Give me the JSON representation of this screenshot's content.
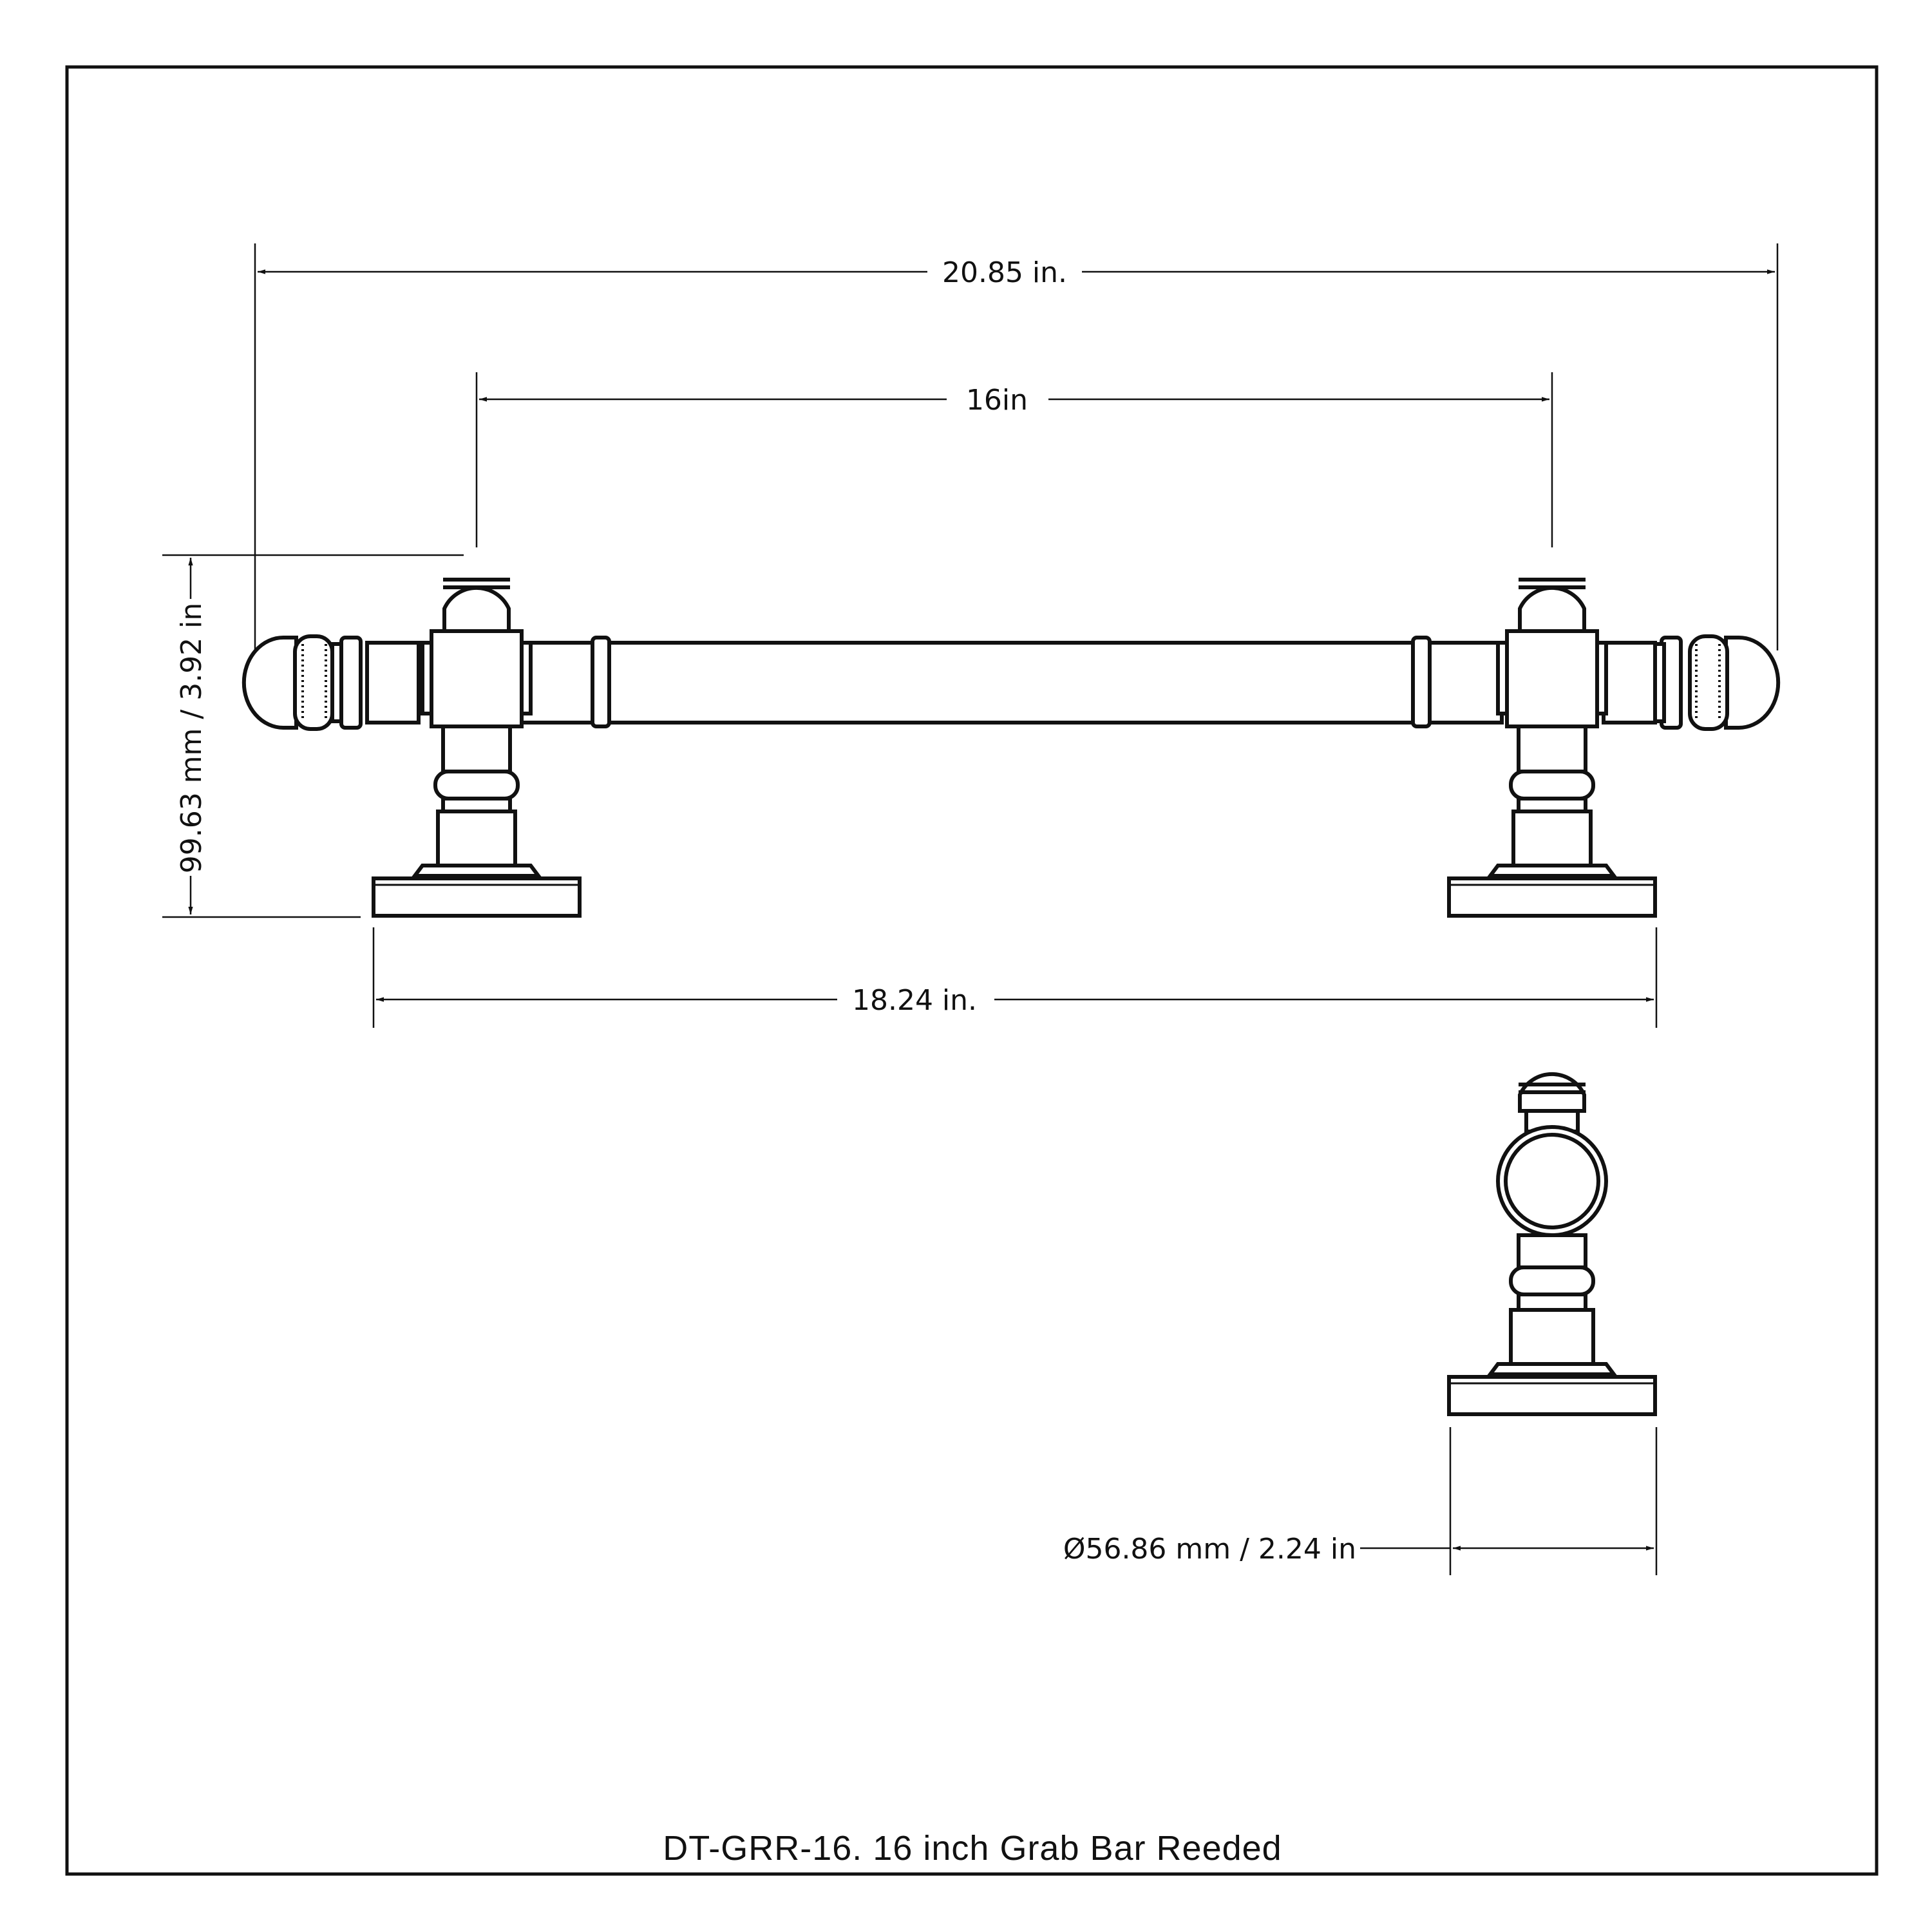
{
  "title": "DT-GRR-16. 16 inch Grab Bar Reeded",
  "dimensions": {
    "overall_length": "20.85 in.",
    "center_to_center": "16in",
    "base_span": "18.24 in.",
    "height": "99.63 mm / 3.92 in",
    "base_diameter": "Ø56.86 mm / 2.24 in"
  }
}
